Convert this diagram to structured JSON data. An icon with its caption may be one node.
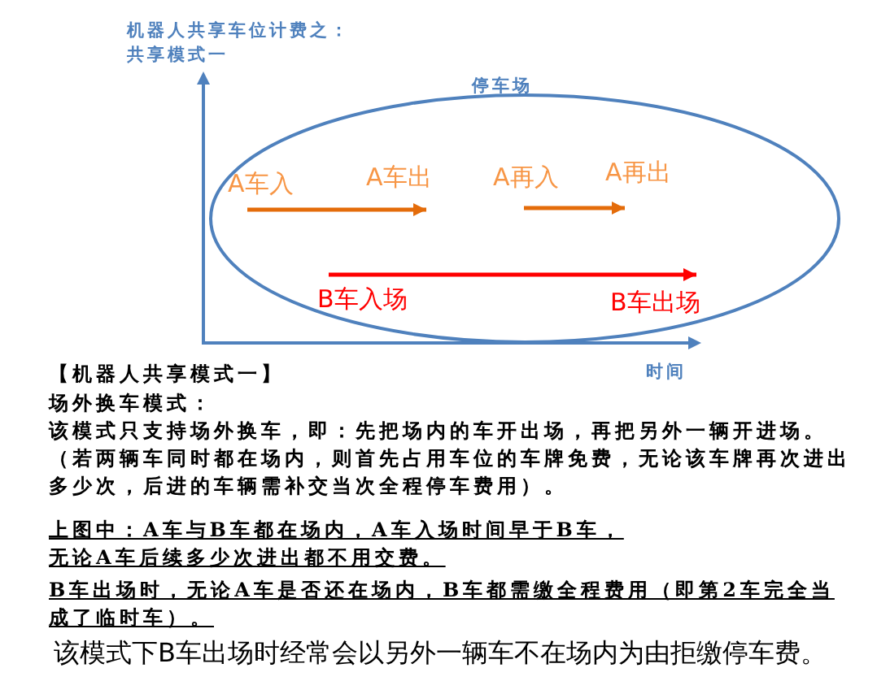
{
  "diagram": {
    "nodes": [
      {
        "text": [
          "停车场"
        ]
      },
      {
        "text": [
          "A车入"
        ],
        "in": 0
      },
      {
        "text": [
          "A车出"
        ],
        "in": 0
      },
      {
        "text": [
          "A再入"
        ],
        "in": 0
      },
      {
        "text": [
          "A再出"
        ],
        "in": 0
      },
      {
        "text": [
          "B车入场"
        ],
        "in": 0
      },
      {
        "text": [
          "B车出场"
        ],
        "in": 0
      }
    ],
    "edges": [
      {
        "from": 1,
        "to": 2,
        "arrow": "to"
      },
      {
        "from": 3,
        "to": 4,
        "arrow": "to"
      },
      {
        "from": 5,
        "to": 6,
        "arrow": "to",
        "color": "#ff0000"
      }
    ],
    "labels": [
      "机器人共享车位计费之：共享模式一",
      "时间",
      "【机器人共享模式一】",
      "场外换车模式：",
      "该模式只支持场外换车，即：先把场内的车开出场，再把另外一辆开进场。",
      "（若两辆车同时都在场内，则首先占用车位的车牌免费，无论该车牌再次进出多少次，后进的车辆需补交当次全程停车费用）。",
      "上图中：A车与B车都在场内，A车入场时间早于B车，无论A车后续多少次进出都不用交费。",
      "B车出场时，无论A车是否还在场内，B车都需缴全程费用（即第2车完全当成了临时车）。",
      "该模式下B车出场时经常会以另外一辆车不在场内为由拒缴停车费。"
    ]
  }
}
